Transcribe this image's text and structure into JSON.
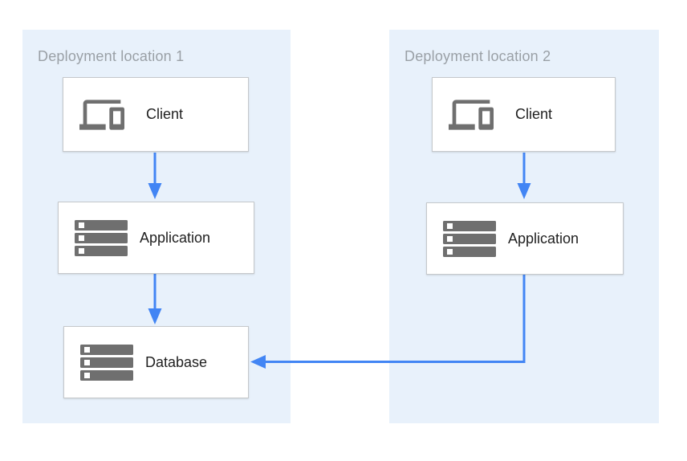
{
  "diagram": {
    "panels": [
      {
        "title": "Deployment location 1",
        "nodes": [
          {
            "id": "client1",
            "label": "Client",
            "icon": "devices-icon"
          },
          {
            "id": "app1",
            "label": "Application",
            "icon": "server-icon"
          },
          {
            "id": "db1",
            "label": "Database",
            "icon": "server-icon"
          }
        ]
      },
      {
        "title": "Deployment location 2",
        "nodes": [
          {
            "id": "client2",
            "label": "Client",
            "icon": "devices-icon"
          },
          {
            "id": "app2",
            "label": "Application",
            "icon": "server-icon"
          }
        ]
      }
    ],
    "connections": [
      {
        "from": "client1",
        "to": "app1"
      },
      {
        "from": "app1",
        "to": "db1"
      },
      {
        "from": "client2",
        "to": "app2"
      },
      {
        "from": "app2",
        "to": "db1"
      }
    ],
    "colors": {
      "panel_background": "#e8f1fb",
      "arrow_blue": "#4285f4",
      "icon_gray": "#6f6f6f",
      "title_gray": "#9aa0a6",
      "label_text": "#212121",
      "node_border": "#c5c8cb",
      "node_background": "#ffffff"
    }
  }
}
